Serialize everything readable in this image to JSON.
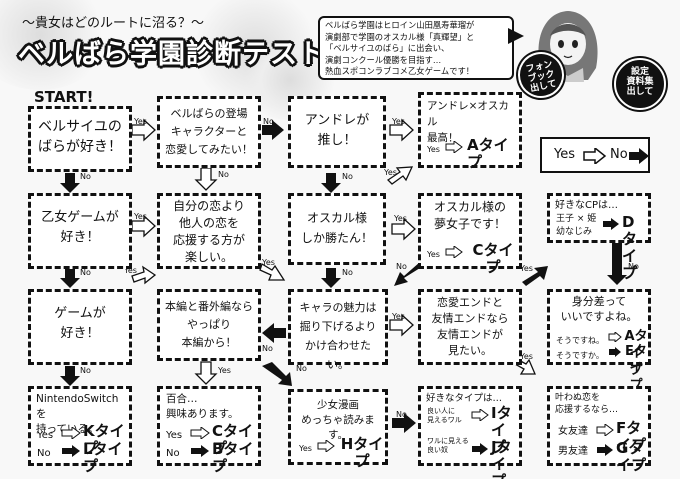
{
  "header": {
    "subtitle": "～貴女はどのルートに沼る？～",
    "title": "ベルばら学園診断テスト"
  },
  "intro": {
    "lines": [
      "ベルばら学園はヒロイン山田凰寿華瑠が",
      "演劇部で学園のオスカル様「真輝望」と",
      "「ベルサイユのばら」に出会い、",
      "演劇コンクール優勝を目指す…",
      "熱血スポコンラブコメ乙女ゲームです！"
    ]
  },
  "stickers": {
    "one": "フォン\nブック\n出して",
    "two": "設定\n資料集\n出して"
  },
  "legend": {
    "yes": "Yes",
    "no": "No"
  },
  "nodes": {
    "start_label": "START!",
    "q1": "ベルサイユの\nばらが好き！",
    "q2": "ベルばらの登場\nキャラクターと\n恋愛してみたい！",
    "q3": "アンドレが\n推し！",
    "q4": "アンドレ×オスカル\n最高！",
    "q5": "乙女ゲームが\n好き！",
    "q6": "自分の恋より\n他人の恋を\n応援する方が\n楽しい。",
    "q7": "オスカル様\nしか勝たん！",
    "q8": "オスカル様の\n夢女子です！",
    "q9": "好きなCPは…",
    "q10": "ゲームが\n好き！",
    "q11": "本編と番外編なら\nやっぱり\n本編から！",
    "q12": "キャラの魅力は\n掘り下げるより\nかけ合わせたい。",
    "q13": "恋愛エンドと\n友情エンドなら\n友情エンドが\n見たい。",
    "q14": "身分差って\nいいですよね。",
    "q15": "NintendoSwitchを\n持っている。",
    "q16": "百合…\n興味あります。",
    "q17": "少女漫画\nめっちゃ読みます。",
    "q18": "好きなタイプは…",
    "q19": "叶わぬ恋を\n応援するなら…"
  },
  "answers": {
    "q4_yes": "Yes",
    "q4_type": "Aタイプ",
    "q8_yes": "Yes",
    "q8_type": "Cタイプ",
    "q9_opt1": "王子 × 姫",
    "q9_type": "Dタイプ",
    "q9_opt2": "幼なじみ",
    "q14_a": "そうですね。",
    "q14_a_type": "Aタイプ",
    "q14_b": "そうですか。",
    "q14_b_type": "Eタイプ",
    "q15_yes": "Yes",
    "q15_yes_type": "Kタイプ",
    "q15_no": "No",
    "q15_no_type": "Lタイプ",
    "q16_yes": "Yes",
    "q16_yes_type": "Cタイプ",
    "q16_no": "No",
    "q16_no_type": "Bタイプ",
    "q17_yes": "Yes",
    "q17_type": "Hタイプ",
    "q18_a": "良い人に\n見えるワル",
    "q18_a_type": "Iタイプ",
    "q18_b": "ワルに見える\n良い奴",
    "q18_b_type": "Jタイプ",
    "q19_a": "女友達",
    "q19_a_type": "Fタイプ",
    "q19_b": "男友達",
    "q19_b_type": "Gタイプ"
  },
  "arrow_labels": {
    "yes": "Yes",
    "no": "No"
  }
}
